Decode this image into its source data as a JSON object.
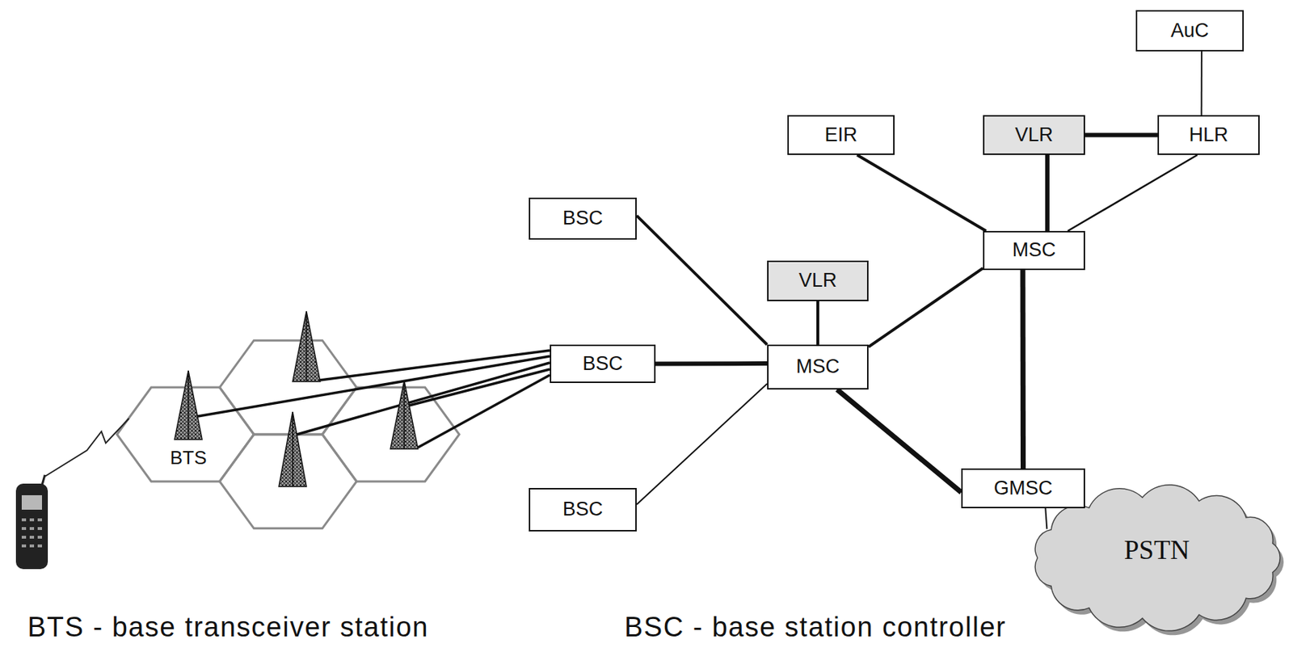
{
  "diagram": {
    "nodes": [
      {
        "text": [
          "AuC"
        ]
      },
      {
        "text": [
          "EIR"
        ]
      },
      {
        "text": [
          "VLR"
        ]
      },
      {
        "text": [
          "HLR"
        ]
      },
      {
        "text": [
          "BSC"
        ]
      },
      {
        "text": [
          "MSC"
        ]
      },
      {
        "text": [
          "VLR"
        ]
      },
      {
        "text": [
          "BSC"
        ]
      },
      {
        "text": [
          "MSC"
        ]
      },
      {
        "text": [
          "BSC"
        ]
      },
      {
        "text": [
          "GMSC"
        ]
      },
      {
        "text": [
          "PSTN"
        ]
      }
    ],
    "edges": [
      {
        "from": 0,
        "to": 3,
        "arrow": "none"
      },
      {
        "from": 2,
        "to": 3,
        "arrow": "none"
      },
      {
        "from": 1,
        "to": 5,
        "arrow": "none"
      },
      {
        "from": 2,
        "to": 5,
        "arrow": "none"
      },
      {
        "from": 3,
        "to": 5,
        "arrow": "none"
      },
      {
        "from": 5,
        "to": 8,
        "arrow": "none"
      },
      {
        "from": 5,
        "to": 10,
        "arrow": "none"
      },
      {
        "from": 4,
        "to": 8,
        "arrow": "none"
      },
      {
        "from": 6,
        "to": 8,
        "arrow": "none"
      },
      {
        "from": 7,
        "to": 8,
        "arrow": "none"
      },
      {
        "from": 9,
        "to": 8,
        "arrow": "none"
      },
      {
        "from": 8,
        "to": 10,
        "arrow": "none"
      },
      {
        "from": 10,
        "to": 11,
        "arrow": "none"
      }
    ],
    "labels": [
      "BTS",
      "BTS - base transceiver station",
      "BSC - base station controller"
    ]
  }
}
